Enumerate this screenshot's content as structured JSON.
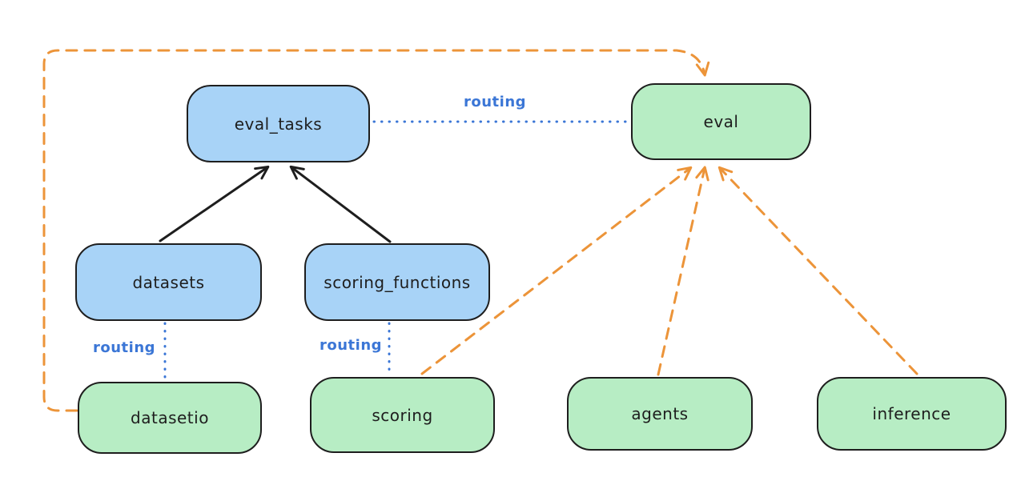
{
  "diagram": {
    "type": "architecture-diagram",
    "style": "hand-drawn",
    "background": "#ffffff",
    "colors": {
      "blue_node_fill": "#a8d3f7",
      "green_node_fill": "#b7edc4",
      "node_stroke": "#1e1e1e",
      "routing_blue": "#3b76d6",
      "dashed_orange": "#ec9439",
      "solid_arrow_black": "#1e1e1e"
    },
    "nodes": [
      {
        "id": "eval_tasks",
        "label": "eval_tasks",
        "color": "blue"
      },
      {
        "id": "eval",
        "label": "eval",
        "color": "green"
      },
      {
        "id": "datasets",
        "label": "datasets",
        "color": "blue"
      },
      {
        "id": "scoring_functions",
        "label": "scoring_functions",
        "color": "blue"
      },
      {
        "id": "datasetio",
        "label": "datasetio",
        "color": "green"
      },
      {
        "id": "scoring",
        "label": "scoring",
        "color": "green"
      },
      {
        "id": "agents",
        "label": "agents",
        "color": "green"
      },
      {
        "id": "inference",
        "label": "inference",
        "color": "green"
      }
    ],
    "edge_labels": [
      {
        "id": "routing-eval_tasks-eval",
        "text": "routing"
      },
      {
        "id": "routing-datasets-datasetio",
        "text": "routing"
      },
      {
        "id": "routing-scoring_functions-scoring",
        "text": "routing"
      }
    ],
    "edges": [
      {
        "from": "datasets",
        "to": "eval_tasks",
        "style": "solid-black-arrow"
      },
      {
        "from": "scoring_functions",
        "to": "eval_tasks",
        "style": "solid-black-arrow"
      },
      {
        "from": "eval_tasks",
        "to": "eval",
        "style": "dotted-blue",
        "label": "routing"
      },
      {
        "from": "datasets",
        "to": "datasetio",
        "style": "dotted-blue",
        "label": "routing"
      },
      {
        "from": "scoring_functions",
        "to": "scoring",
        "style": "dotted-blue",
        "label": "routing"
      },
      {
        "from": "datasetio",
        "to": "eval",
        "style": "dashed-orange-arrow",
        "route": "elbow-left-top"
      },
      {
        "from": "scoring",
        "to": "eval",
        "style": "dashed-orange-arrow"
      },
      {
        "from": "agents",
        "to": "eval",
        "style": "dashed-orange-arrow"
      },
      {
        "from": "inference",
        "to": "eval",
        "style": "dashed-orange-arrow"
      }
    ]
  }
}
